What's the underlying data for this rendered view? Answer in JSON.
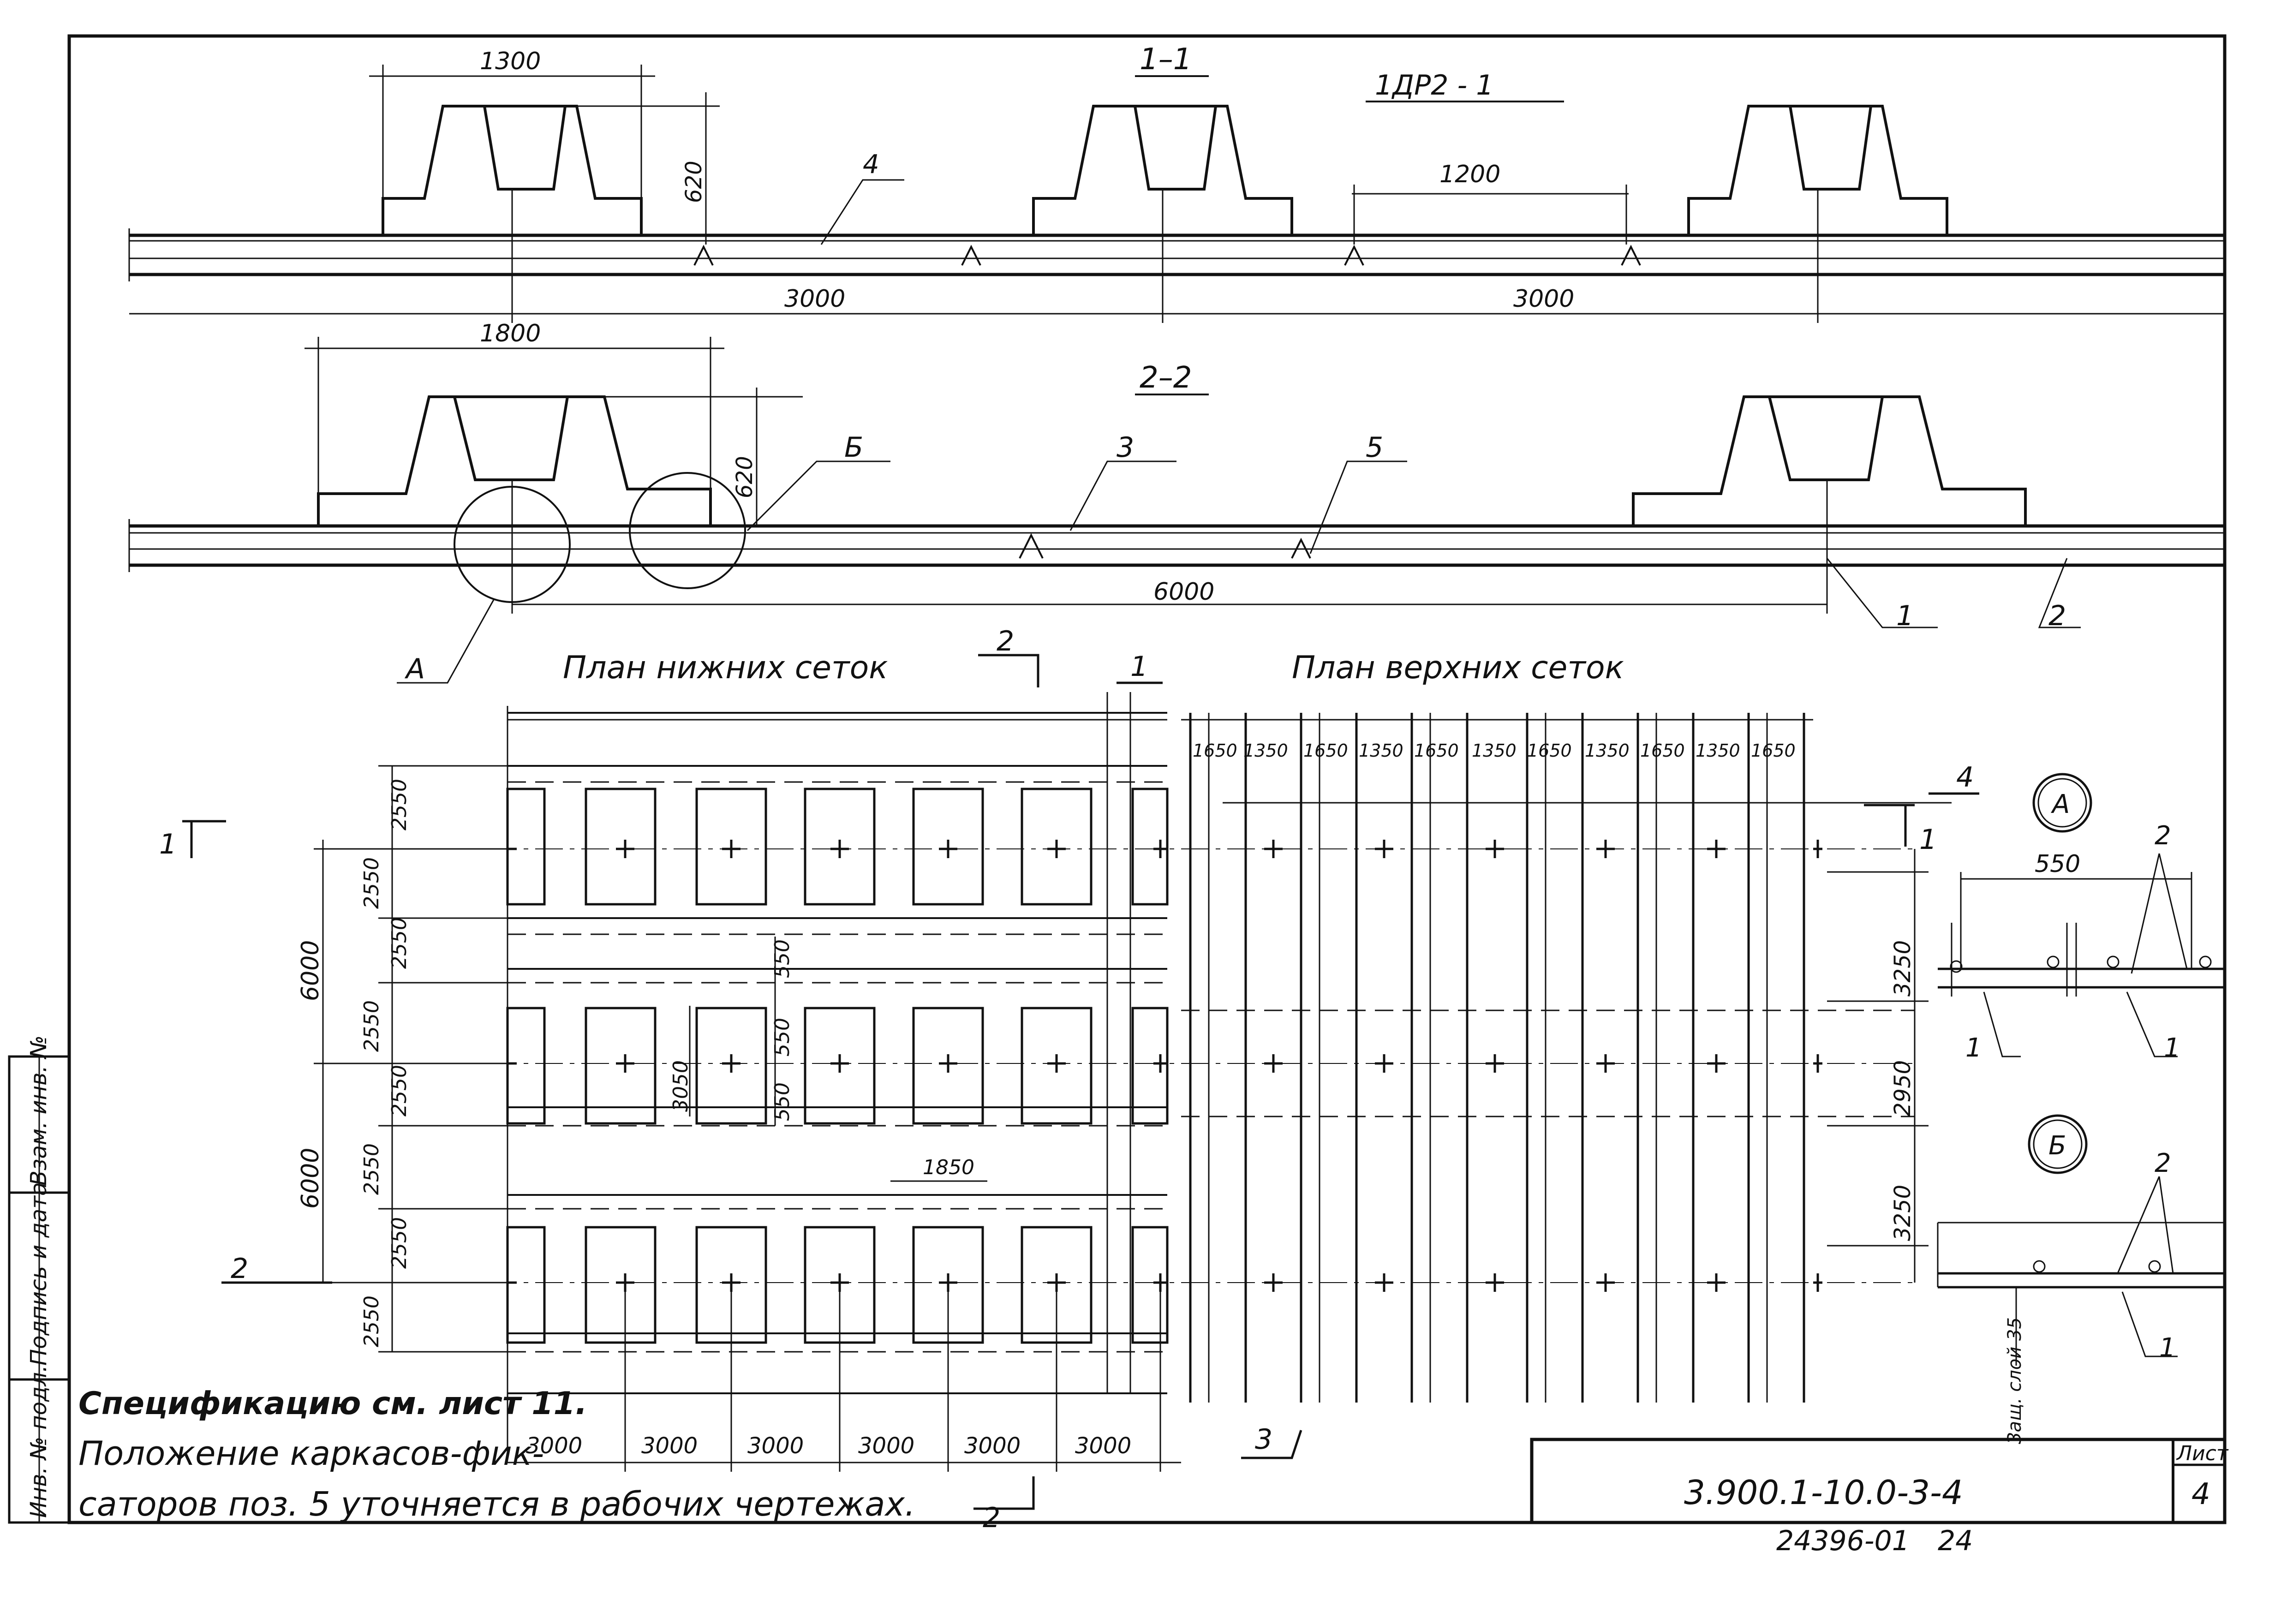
{
  "title_block": {
    "doc_code": "3.900.1-10.0-3-4",
    "sheet_label": "Лист",
    "sheet_no": "4",
    "archive_no": "24396-01",
    "page_no": "24"
  },
  "side_stamp": {
    "inv_no_podl": "Инв. № подл.",
    "podpis_data": "Подпись и дата",
    "vzam_inv": "Взам. инв. №"
  },
  "sections": {
    "s11_label": "1–1",
    "s11_mark": "1ДР2 - 1",
    "s22_label": "2–2",
    "lower_plan": "План  нижних  сеток",
    "upper_plan": "План  верхних  сеток"
  },
  "dims_11": {
    "d1300": "1300",
    "d620": "620",
    "d1200": "1200",
    "d3000a": "3000",
    "d3000b": "3000"
  },
  "dims_22": {
    "d1800": "1800",
    "d620": "620",
    "d6000": "6000"
  },
  "callouts": {
    "pos1": "1",
    "pos2": "2",
    "pos3": "3",
    "pos4": "4",
    "pos5": "5",
    "posB": "Б",
    "posA": "А",
    "cut1_left": "1",
    "cut1_right": "1",
    "cut2_top": "2",
    "cut2_left": "2",
    "cut2_bottom": "2",
    "pos1_plan": "1",
    "pos3_plan": "3",
    "pos4_plan": "4"
  },
  "lower_dims": {
    "left_outer": [
      "6000",
      "6000"
    ],
    "left_inner": [
      "2550",
      "2550",
      "2550",
      "2550",
      "2550",
      "2550",
      "2550",
      "2550"
    ],
    "bottom": [
      "3000",
      "3000",
      "3000",
      "3000",
      "3000",
      "3000"
    ],
    "d550a": "550",
    "d550b": "550",
    "d550c": "550",
    "d3050": "3050",
    "d1850": "1850"
  },
  "upper_dims": {
    "top": [
      "1650",
      "1350",
      "1650",
      "1350",
      "1650",
      "1350",
      "1650",
      "1350",
      "1650",
      "1350",
      "1650"
    ],
    "right": [
      "3250",
      "2950",
      "3250"
    ]
  },
  "details": {
    "a_label": "А",
    "a_dim": "550",
    "a_pos2": "2",
    "a_pos1": "1",
    "a_pos1b": "1",
    "b_label": "Б",
    "b_pos2": "2",
    "b_pos1": "1",
    "cover": "Защ. слой 35"
  },
  "notes": {
    "line1": "Спецификацию см. лист 11.",
    "line2": "Положение каркасов-фик-",
    "line3": "саторов поз. 5 уточняется  в рабочих  чертежах."
  }
}
